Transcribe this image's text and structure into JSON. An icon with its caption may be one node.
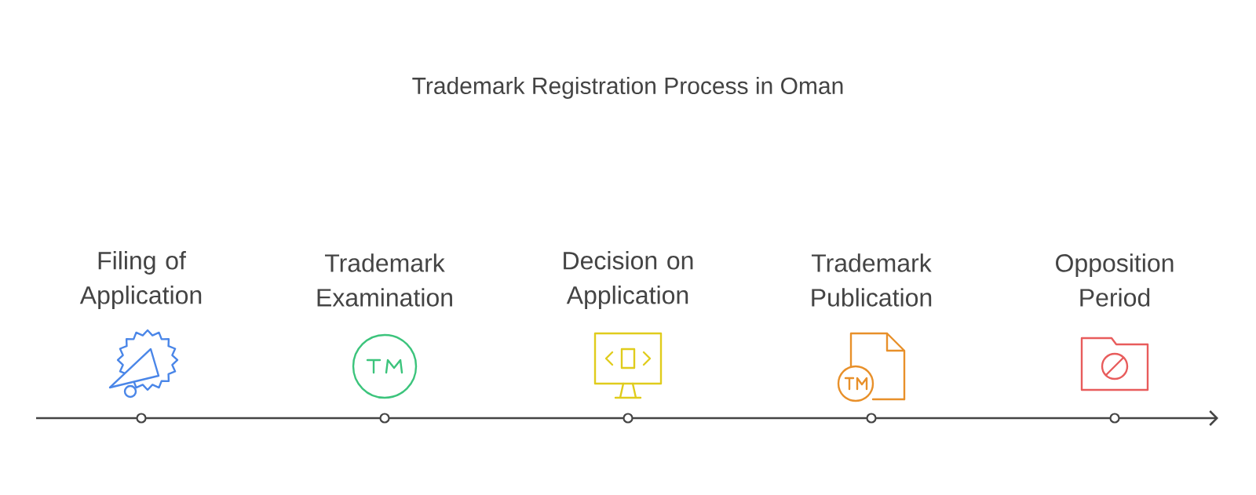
{
  "diagram": {
    "title": "Trademark Registration Process in Oman",
    "nodes": [
      {
        "text": [
          "Filing of Application"
        ]
      },
      {
        "text": [
          "Trademark Examination"
        ]
      },
      {
        "text": [
          "Decision on Application"
        ]
      },
      {
        "text": [
          "Trademark Publication"
        ]
      },
      {
        "text": [
          "Opposition Period"
        ]
      }
    ]
  }
}
